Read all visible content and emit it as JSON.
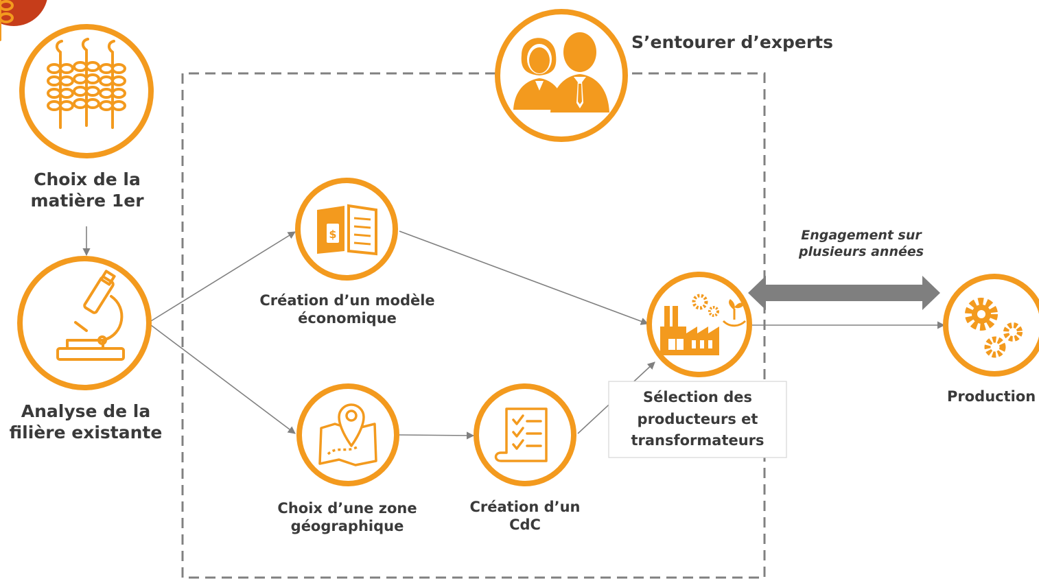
{
  "accent_color": "#f39a1e",
  "dashed_color": "#808080",
  "arrow_color": "#808080",
  "corner_badge_color": "#c63d1a",
  "experts": {
    "label": "S’entourer d’experts",
    "icon": "people-icon"
  },
  "nodes": {
    "raw_material": {
      "line1": "Choix de la",
      "line2": "matière 1er",
      "icon": "wheat-icon"
    },
    "analysis": {
      "line1": "Analyse de la",
      "line2": "filière existante",
      "icon": "microscope-icon"
    },
    "economic_model": {
      "line1": "Création d’un modèle",
      "line2": "économique",
      "icon": "price-book-icon"
    },
    "geo_zone": {
      "line1": "Choix d’une zone",
      "line2": "géographique",
      "icon": "map-pin-icon"
    },
    "cdc": {
      "line1": "Création d’un",
      "line2": "CdC",
      "icon": "checklist-icon"
    },
    "selection": {
      "line1": "Sélection des",
      "line2": "producteurs et",
      "line3": "transformateurs",
      "icon": "factory-icon"
    },
    "production": {
      "label": "Production",
      "icon": "gears-icon"
    }
  },
  "engagement": {
    "line1": "Engagement sur",
    "line2": "plusieurs années"
  }
}
